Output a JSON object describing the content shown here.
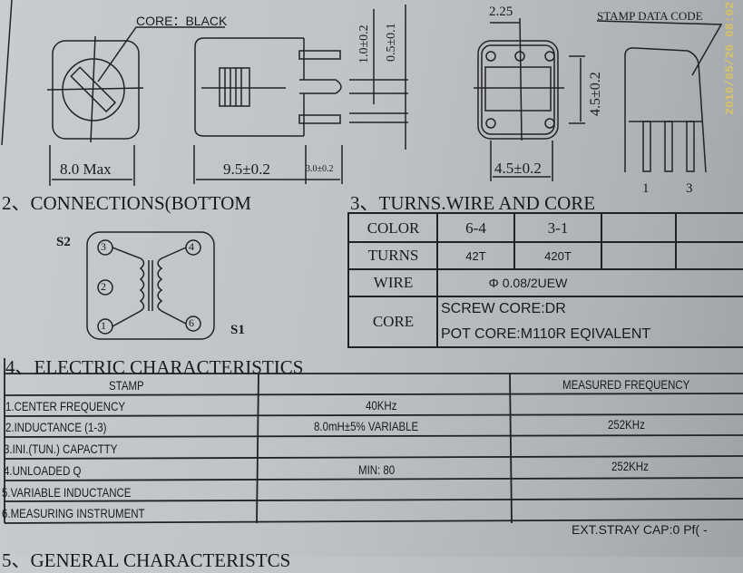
{
  "drawing": {
    "core_label": "CORE：BLACK",
    "dim_width_max": "8.0 Max",
    "dim_length": "9.5±0.2",
    "dim_pin_length": "3.0±0.2",
    "dim_pin_1": "1.0±0.2",
    "dim_pin_2": "0.5±0.1",
    "dim_pitch": "2.25",
    "dim_bottom_width": "4.5±0.2",
    "dim_bottom_height": "4.5±0.2",
    "stamp_label": "STAMP DATA CODE",
    "pin_1": "1",
    "pin_3": "3"
  },
  "connections": {
    "title": "2、CONNECTIONS(BOTTOM",
    "s1": "S1",
    "s2": "S2",
    "pins": [
      "1",
      "2",
      "3",
      "4",
      "6"
    ]
  },
  "turns": {
    "title": "3、TURNS.WIRE AND CORE",
    "color_label": "COLOR",
    "color_values": [
      "6-4",
      "3-1"
    ],
    "turns_label": "TURNS",
    "turns_values": [
      "42T",
      "420T"
    ],
    "wire_label": "WIRE",
    "wire_value": "Φ  0.08/2UEW",
    "core_label": "CORE",
    "core_line1": "SCREW  CORE:DR",
    "core_line2": "POT  CORE:M110R  EQIVALENT"
  },
  "electric": {
    "title": "4、ELECTRIC  CHARACTERISTICS",
    "header_stamp": "STAMP",
    "header_measured": "MEASURED  FREQUENCY",
    "rows": [
      {
        "label": "1.CENTER   FREQUENCY",
        "value": "40KHz",
        "freq": ""
      },
      {
        "label": "2.INDUCTANCE       (1-3)",
        "value": "8.0mH±5% VARIABLE",
        "freq": "252KHz"
      },
      {
        "label": "3.INI.(TUN.) CAPACTTY",
        "value": "",
        "freq": ""
      },
      {
        "label": "4.UNLOADED Q",
        "value": "MIN: 80",
        "freq": "252KHz"
      },
      {
        "label": "5.VARIABLE INDUCTANCE",
        "value": "",
        "freq": ""
      },
      {
        "label": "6.MEASURING  INSTRUMENT",
        "value": "",
        "freq": ""
      }
    ],
    "footnote": "EXT.STRAY CAP:0   Pf( -"
  },
  "next_section": "5、GENERAL  CHARACTERISTCS",
  "photo_timestamp": "2010/05/26 08:02"
}
